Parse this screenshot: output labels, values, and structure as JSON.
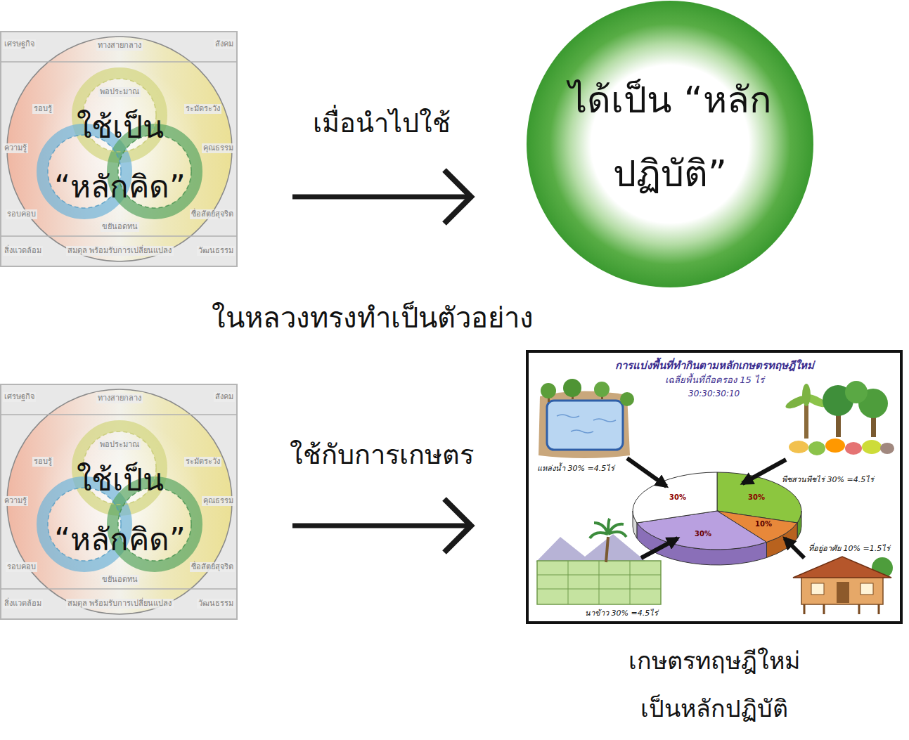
{
  "diagram": {
    "nodes": [
      {
        "text": [
          "ใช้เป็น “หลักคิด”"
        ]
      },
      {
        "text": [
          "ได้เป็น “หลักปฏิบัติ”"
        ]
      },
      {
        "text": [
          "ใช้เป็น “หลักคิด”"
        ]
      },
      {
        "text": [
          "การแบ่งพื้นที่ทำกินตามหลักเกษตรทฤษฎีใหม่",
          "เฉลี่ยพื้นที่ถือครอง 15 ไร่",
          "30:30:30:10",
          "เกษตรทฤษฎีใหม่ เป็นหลักปฏิบัติ"
        ]
      }
    ],
    "edges": [
      {
        "from": 0,
        "to": 1,
        "label": "เมื่อนำไปใช้",
        "arrow": "to"
      },
      {
        "from": 2,
        "to": 3,
        "label": "ใช้กับการเกษตร",
        "arrow": "to"
      }
    ],
    "labels": [
      "เศรษฐกิจ",
      "ทางสายกลาง",
      "สังคม",
      "พอประมาณ",
      "รอบรู้",
      "ระมัดระวัง",
      "ความรู้",
      "คุณธรรม",
      "รอบคอบ",
      "ซื่อสัตย์สุจริต",
      "ขยันอดทน",
      "สิ่งแวดล้อม",
      "สมดุล พร้อมรับการเปลี่ยนแปลง",
      "วัฒนธรรม",
      "ในหลวงทรงทำเป็นตัวอย่าง",
      "เศรษฐกิจ",
      "ทางสายกลาง",
      "สังคม",
      "พอประมาณ",
      "รอบรู้",
      "ระมัดระวัง",
      "ความรู้",
      "คุณธรรม",
      "รอบคอบ",
      "ซื่อสัตย์สุจริต",
      "ขยันอดทน",
      "สิ่งแวดล้อม",
      "สมดุล พร้อมรับการเปลี่ยนแปลง",
      "วัฒนธรรม",
      "แหล่งน้ำ 30% =4.5ไร่",
      "พืชสวนพืชไร่ 30% =4.5ไร่",
      "นาข้าว 30% =4.5ไร่",
      "ที่อยู่อาศัย 10% =1.5ไร่",
      "30%",
      "30%",
      "30%",
      "10%"
    ]
  }
}
